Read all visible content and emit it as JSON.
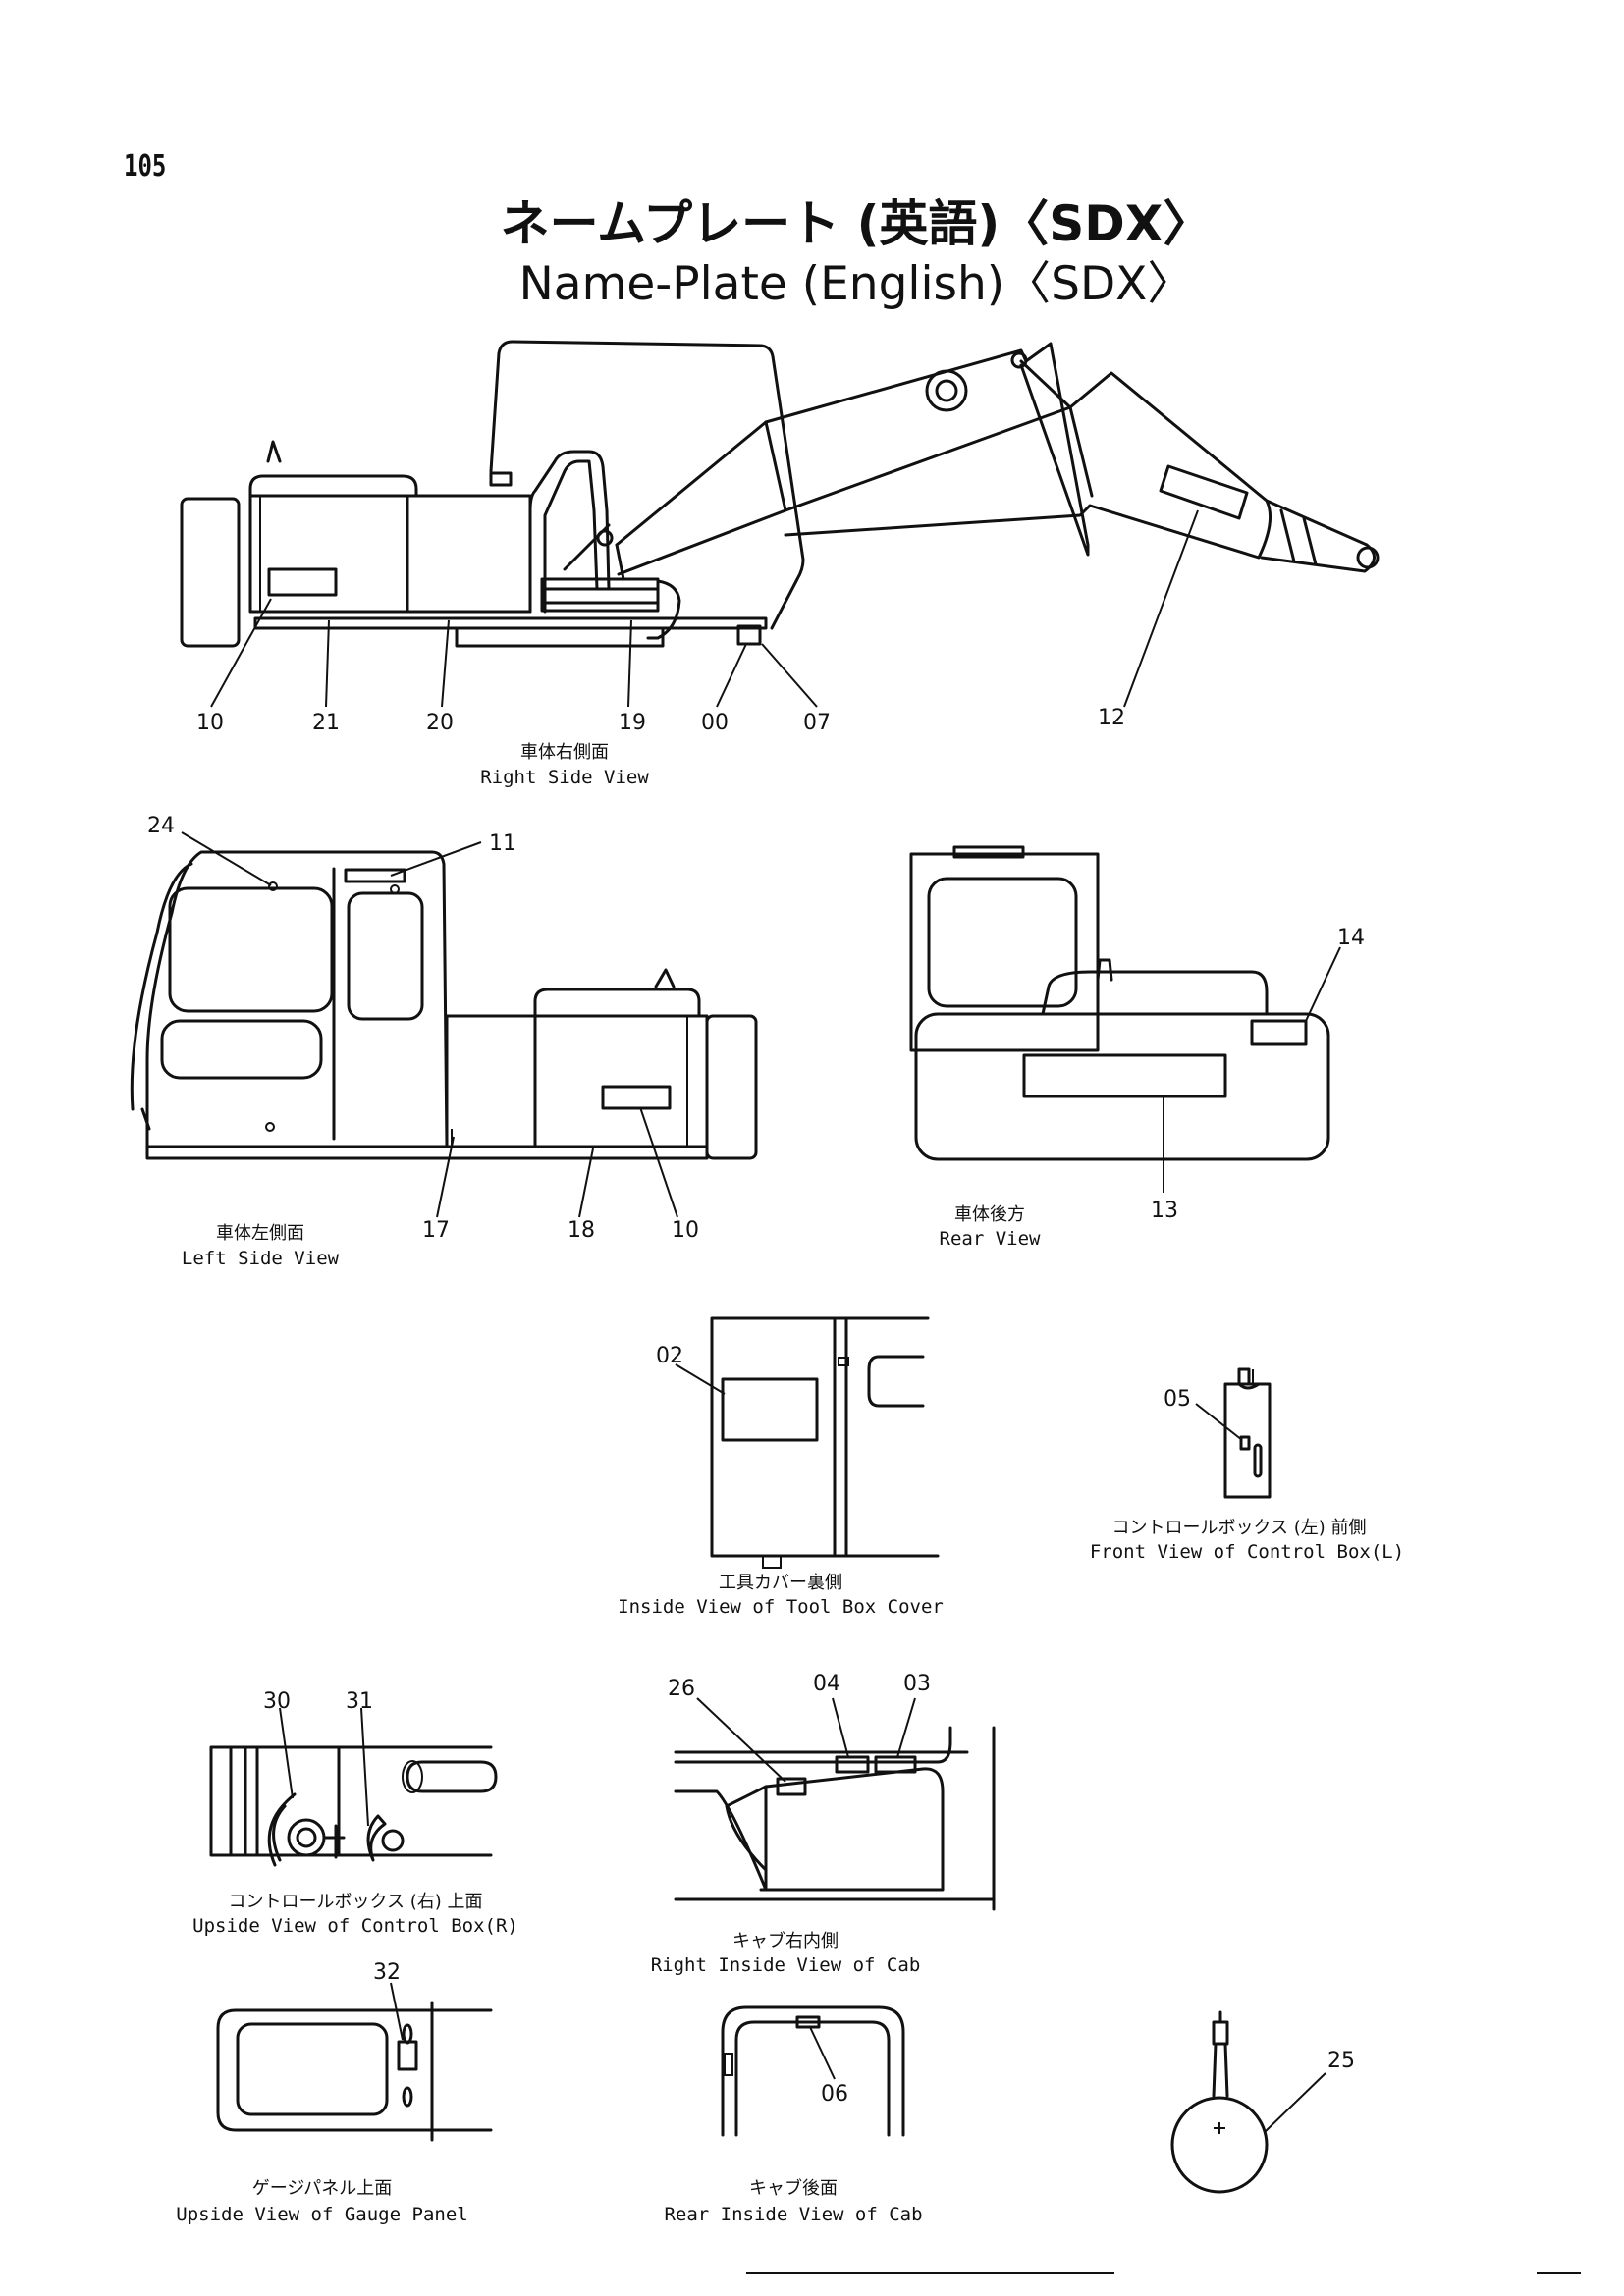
{
  "page": {
    "number": "105"
  },
  "title": {
    "japanese": "ネームプレート (英語)〈SDX〉",
    "english": "Name-Plate (English)〈SDX〉"
  },
  "views": {
    "right_side": {
      "caption_ja": "車体右側面",
      "caption_en": "Right Side View",
      "parts": [
        "10",
        "21",
        "20",
        "19",
        "00",
        "07",
        "12"
      ]
    },
    "left_side": {
      "caption_ja": "車体左側面",
      "caption_en": "Left Side View",
      "parts": [
        "24",
        "11",
        "17",
        "18",
        "10"
      ]
    },
    "rear": {
      "caption_ja": "車体後方",
      "caption_en": "Rear View",
      "parts": [
        "14",
        "13"
      ]
    },
    "tool_box": {
      "caption_ja": "工具カバー裏側",
      "caption_en": "Inside View of Tool Box Cover",
      "parts": [
        "02"
      ]
    },
    "control_box_left": {
      "caption_ja": "コントロールボックス (左) 前側",
      "caption_en": "Front View of Control Box(L)",
      "parts": [
        "05"
      ]
    },
    "control_box_right": {
      "caption_ja": "コントロールボックス (右) 上面",
      "caption_en": "Upside View of Control Box(R)",
      "parts": [
        "30",
        "31"
      ]
    },
    "cab_right": {
      "caption_ja": "キャブ右内側",
      "caption_en": "Right Inside View of Cab",
      "parts": [
        "26",
        "04",
        "03"
      ]
    },
    "gauge_panel": {
      "caption_ja": "ゲージパネル上面",
      "caption_en": "Upside View of Gauge Panel",
      "parts": [
        "32"
      ]
    },
    "cab_rear": {
      "caption_ja": "キャブ後面",
      "caption_en": "Rear Inside View of Cab",
      "parts": [
        "06"
      ]
    },
    "loose_part": {
      "parts": [
        "25"
      ]
    }
  }
}
